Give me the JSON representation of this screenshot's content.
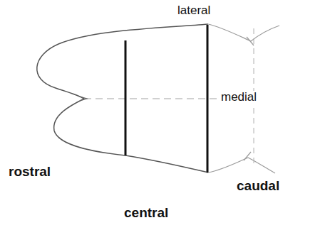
{
  "diagram": {
    "labels": [
      "lateral",
      "medial",
      "rostral",
      "caudal",
      "central"
    ]
  }
}
